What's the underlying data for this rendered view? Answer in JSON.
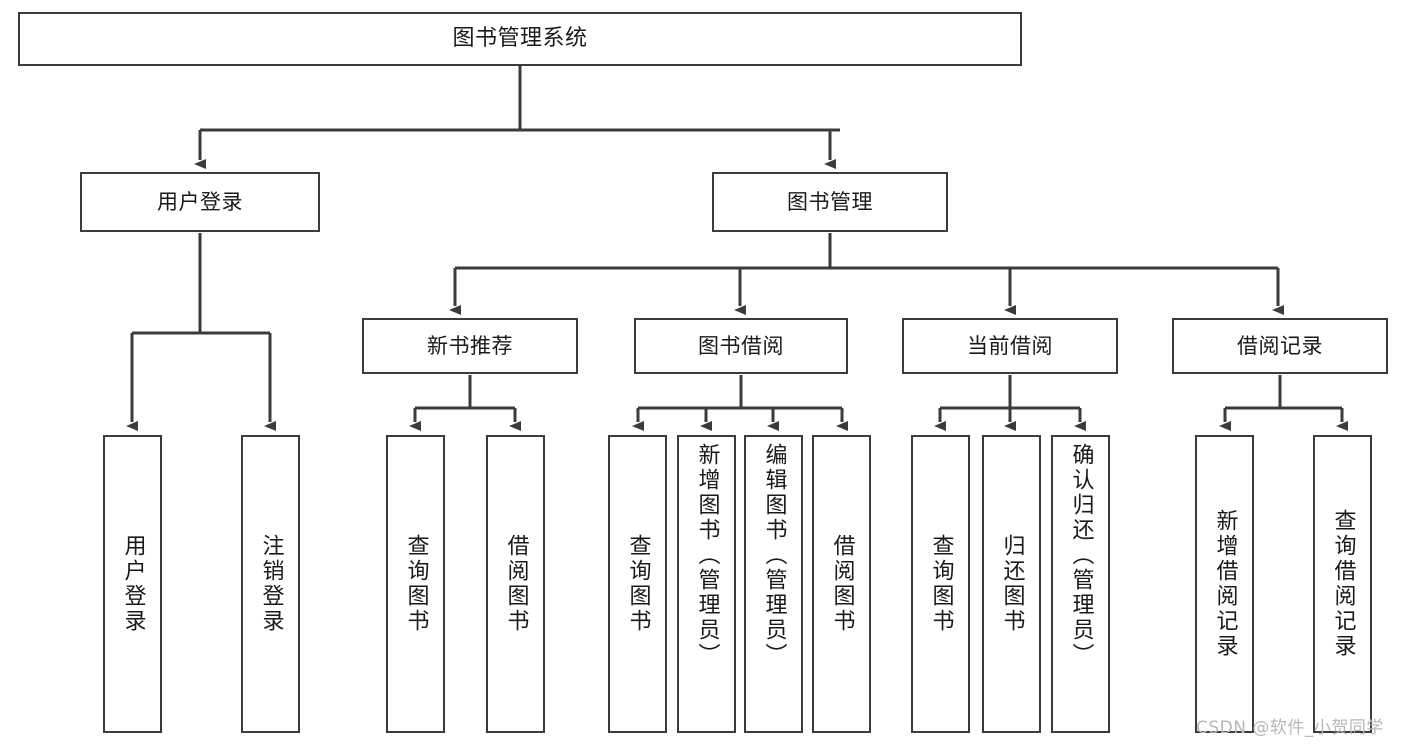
{
  "diagram": {
    "title": "图书管理系统",
    "type": "hierarchy-tree",
    "levels": 4
  },
  "nodes": {
    "root": {
      "label": "图书管理系统"
    },
    "level2": [
      {
        "id": "user-login",
        "label": "用户登录"
      },
      {
        "id": "book-management",
        "label": "图书管理"
      }
    ],
    "level3": [
      {
        "id": "new-book-recommend",
        "label": "新书推荐"
      },
      {
        "id": "book-borrow",
        "label": "图书借阅"
      },
      {
        "id": "current-borrow",
        "label": "当前借阅"
      },
      {
        "id": "borrow-record",
        "label": "借阅记录"
      }
    ],
    "leaves": {
      "user_login": [
        {
          "id": "leaf-user-login",
          "label": "用户登录"
        },
        {
          "id": "leaf-logout",
          "label": "注销登录"
        }
      ],
      "new_book_recommend": [
        {
          "id": "leaf-query-book-1",
          "label": "查询图书"
        },
        {
          "id": "leaf-borrow-book-1",
          "label": "借阅图书"
        }
      ],
      "book_borrow": [
        {
          "id": "leaf-query-book-2",
          "label": "查询图书"
        },
        {
          "id": "leaf-add-book",
          "label": "新增图书（管理员）"
        },
        {
          "id": "leaf-edit-book",
          "label": "编辑图书（管理员）"
        },
        {
          "id": "leaf-borrow-book-2",
          "label": "借阅图书"
        }
      ],
      "current_borrow": [
        {
          "id": "leaf-query-book-3",
          "label": "查询图书"
        },
        {
          "id": "leaf-return-book",
          "label": "归还图书"
        },
        {
          "id": "leaf-confirm-return",
          "label": "确认归还（管理员）"
        }
      ],
      "borrow_record": [
        {
          "id": "leaf-add-record",
          "label": "新增借阅记录"
        },
        {
          "id": "leaf-query-record",
          "label": "查询借阅记录"
        }
      ]
    }
  },
  "watermark": {
    "text": "CSDN @软件_小贺同学"
  },
  "colors": {
    "stroke": "#3b3b3b",
    "background": "#ffffff",
    "text": "#1a1a1a",
    "watermark": "#b8b8b8"
  }
}
